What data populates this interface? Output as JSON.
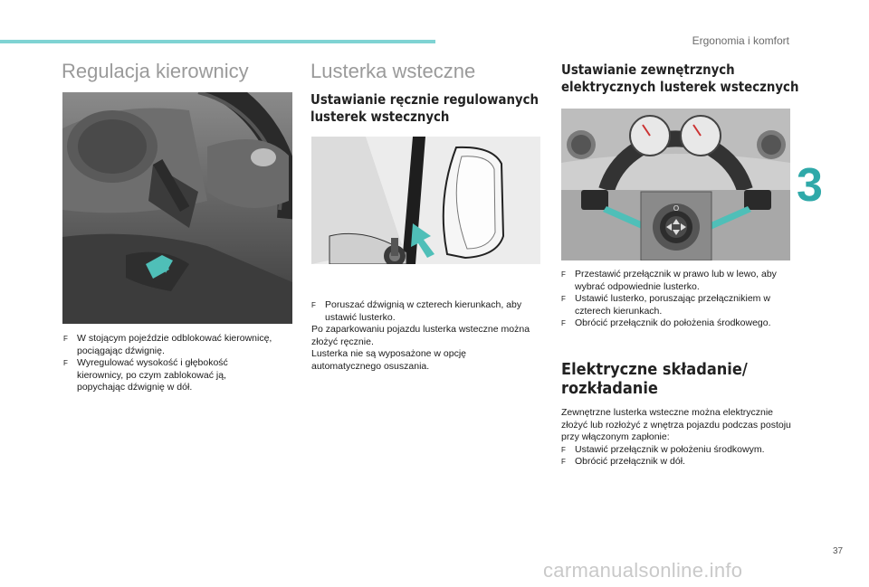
{
  "header": {
    "section": "Ergonomia i komfort"
  },
  "side_tab": "3",
  "page_number": "37",
  "watermark": "carmanualsonline.info",
  "bullet_glyph": "F",
  "col1": {
    "title": "Regulacja kierownicy",
    "bullets": [
      "W stojącym pojeździe odblokować kierownicę, pociągając dźwignię.",
      "Wyregulować wysokość i głębokość kierownicy, po czym zablokować ją, popychając dźwignię w dół."
    ]
  },
  "col2": {
    "title": "Lusterka wsteczne",
    "subtitle_lines": [
      "Ustawianie ręcznie regulowanych",
      "lusterek wstecznych"
    ],
    "bullets": [
      "Poruszać dźwignią w czterech kierunkach, aby ustawić lusterko."
    ],
    "paragraphs": [
      "Po zaparkowaniu pojazdu lusterka wsteczne można złożyć ręcznie.",
      "Lusterka nie są wyposażone w opcję automatycznego osuszania."
    ]
  },
  "col3": {
    "title_lines": [
      "Ustawianie zewnętrznych",
      "elektrycznych lusterek wstecznych"
    ],
    "bullets": [
      "Przestawić przełącznik w prawo lub w lewo, aby wybrać odpowiednie lusterko.",
      "Ustawić lusterko, poruszając przełącznikiem w czterech kierunkach.",
      "Obrócić przełącznik do położenia środkowego."
    ],
    "fold_title_lines": [
      "Elektryczne składanie/",
      "rozkładanie"
    ],
    "fold_intro": "Zewnętrzne lusterka wsteczne można elektrycznie złożyć lub rozłożyć z wnętrza pojazdu podczas postoju przy włączonym zapłonie:",
    "fold_bullets": [
      "Ustawić przełącznik w położeniu środkowym.",
      "Obrócić przełącznik w dół."
    ]
  },
  "colors": {
    "accent": "#7fd3d3",
    "tab": "#2fa9a9",
    "arrow": "#4fbfb8"
  }
}
